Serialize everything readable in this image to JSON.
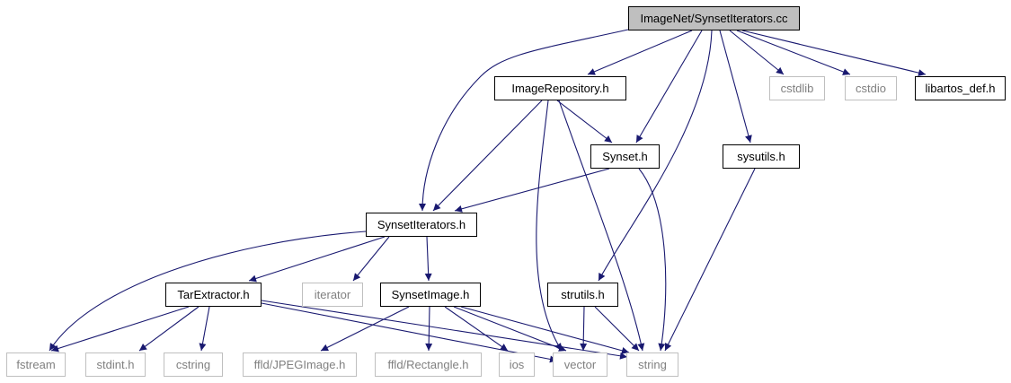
{
  "colors": {
    "edge": "#191970",
    "root_fill": "#bfbfbf",
    "local_border": "#000000",
    "system_border": "#bfbfbf",
    "system_text": "#808080"
  },
  "nodes": {
    "synset_iterators_cc": "ImageNet/SynsetIterators.cc",
    "image_repository_h": "ImageRepository.h",
    "cstdlib": "cstdlib",
    "cstdio": "cstdio",
    "libartos_def_h": "libartos_def.h",
    "synset_h": "Synset.h",
    "sysutils_h": "sysutils.h",
    "synset_iterators_h": "SynsetIterators.h",
    "tar_extractor_h": "TarExtractor.h",
    "iterator": "iterator",
    "synset_image_h": "SynsetImage.h",
    "strutils_h": "strutils.h",
    "fstream": "fstream",
    "stdint_h": "stdint.h",
    "cstring": "cstring",
    "ffld_jpeg_image_h": "ffld/JPEGImage.h",
    "ffld_rectangle_h": "ffld/Rectangle.h",
    "ios": "ios",
    "vector": "vector",
    "string": "string"
  }
}
